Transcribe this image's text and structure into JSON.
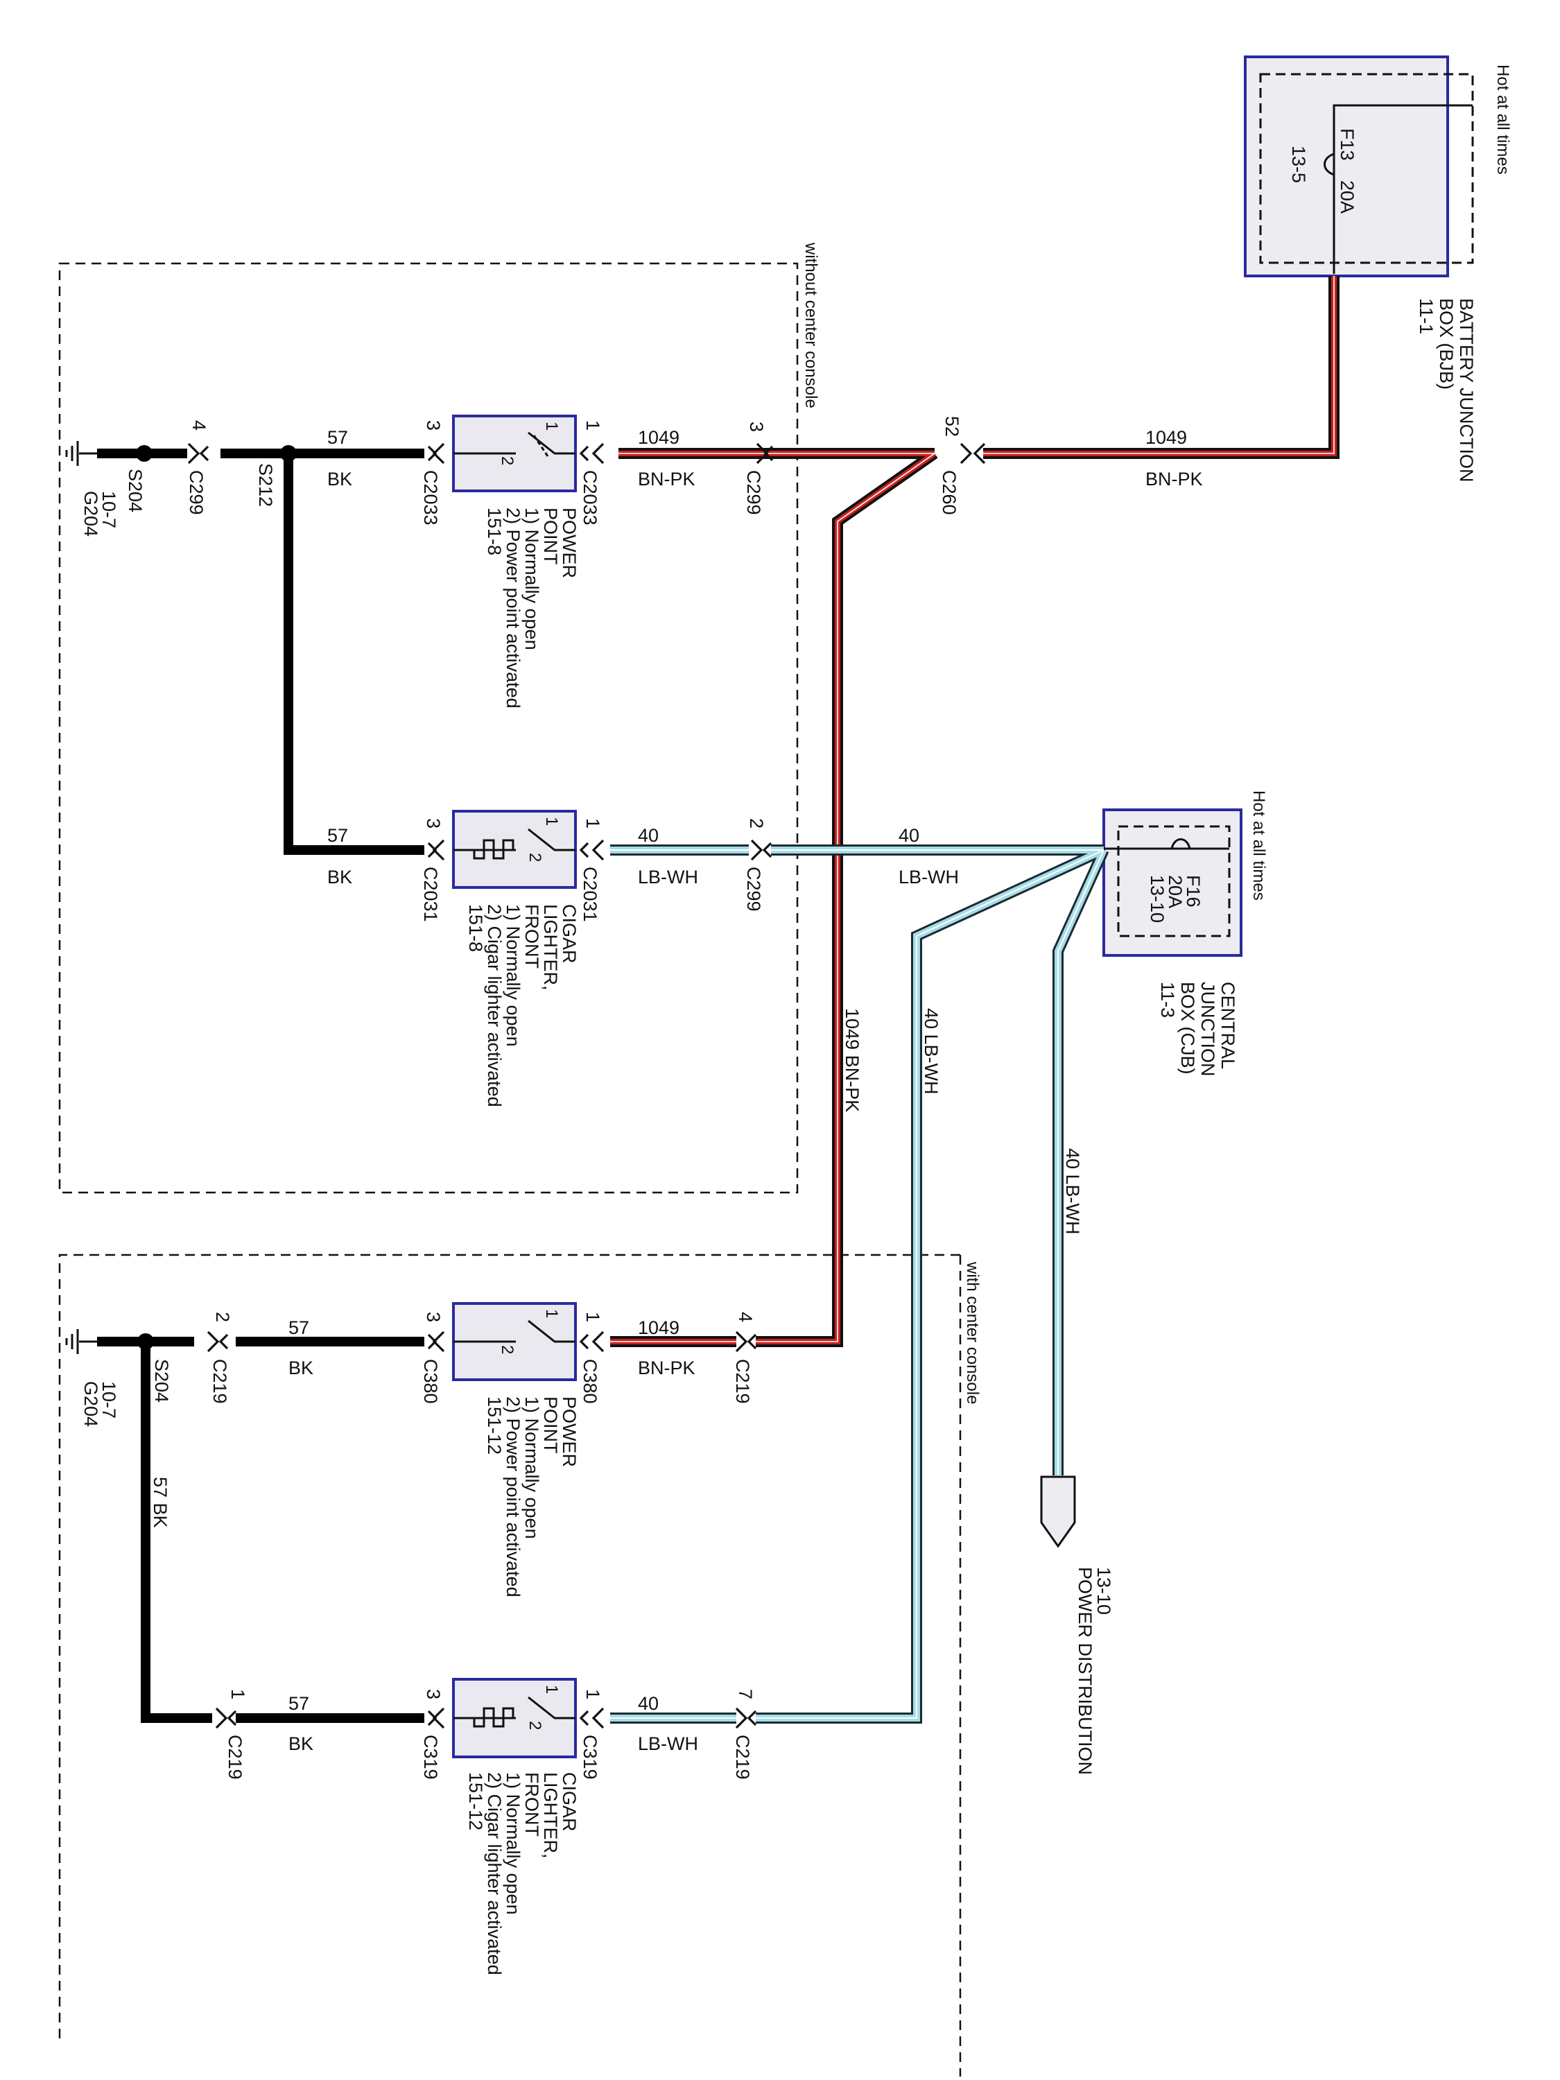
{
  "sections": {
    "without_console": "without center console",
    "with_console": "with center console"
  },
  "bjb": {
    "hot": "Hot at all times",
    "fuse": "F13",
    "rating": "20A",
    "ref": "13-5",
    "name": [
      "BATTERY JUNCTION",
      "BOX (BJB)",
      "11-1"
    ]
  },
  "cjb": {
    "hot": "Hot at all times",
    "fuse": "F16",
    "rating": "20A",
    "ref": "13-10",
    "name": [
      "CENTRAL",
      "JUNCTION",
      "BOX (CJB)",
      "11-3"
    ]
  },
  "power_distribution": [
    "POWER DISTRIBUTION",
    "13-10"
  ],
  "connectors": {
    "c260": {
      "id": "C260",
      "pin": "52"
    },
    "c299_a": {
      "id": "C299",
      "pin": "3"
    },
    "c299_b": {
      "id": "C299",
      "pin": "2"
    },
    "c299_c": {
      "id": "C299",
      "pin": "4"
    },
    "c2033_a": {
      "id": "C2033",
      "pin": "1"
    },
    "c2033_b": {
      "id": "C2033",
      "pin": "3"
    },
    "c2031_a": {
      "id": "C2031",
      "pin": "1"
    },
    "c2031_b": {
      "id": "C2031",
      "pin": "3"
    },
    "c219_a": {
      "id": "C219",
      "pin": "4"
    },
    "c219_b": {
      "id": "C219",
      "pin": "7"
    },
    "c219_c": {
      "id": "C219",
      "pin": "2"
    },
    "c219_d": {
      "id": "C219",
      "pin": "1"
    },
    "c380_a": {
      "id": "C380",
      "pin": "1"
    },
    "c380_b": {
      "id": "C380",
      "pin": "3"
    },
    "c319_a": {
      "id": "C319",
      "pin": "1"
    },
    "c319_b": {
      "id": "C319",
      "pin": "3"
    }
  },
  "splices": {
    "s204_top": "S204",
    "s212": "S212",
    "s204_bot": "S204"
  },
  "grounds": {
    "g204_top": [
      "G204",
      "10-7"
    ],
    "g204_bot": [
      "G204",
      "10-7"
    ]
  },
  "wires": {
    "w1049": {
      "circuit": "1049",
      "color": "BN-PK"
    },
    "w40": {
      "circuit": "40",
      "color": "LB-WH"
    },
    "w57": {
      "circuit": "57",
      "color": "BK"
    },
    "w1049_vertical": "1049  BN-PK",
    "w40_vertical": "40  LB-WH",
    "w57_vertical": "57  BK"
  },
  "components": {
    "pp_top": [
      "POWER",
      "POINT",
      "1) Normally open",
      "2) Power point activated",
      "151-8"
    ],
    "cl_top": [
      "CIGAR",
      "LIGHTER,",
      "FRONT",
      "1) Normally open",
      "2) Cigar lighter activated",
      "151-8"
    ],
    "pp_bot": [
      "POWER",
      "POINT",
      "1) Normally open",
      "2) Power point activated",
      "151-12"
    ],
    "cl_bot": [
      "CIGAR",
      "LIGHTER,",
      "FRONT",
      "1) Normally open",
      "2) Cigar lighter activated",
      "151-12"
    ]
  },
  "switch_pins": {
    "one": "1",
    "two": "2"
  },
  "colors": {
    "brown_pink": "#c7211f",
    "light_blue": "#a6dce8",
    "black": "#000000",
    "box_border": "#2a2aa0"
  }
}
